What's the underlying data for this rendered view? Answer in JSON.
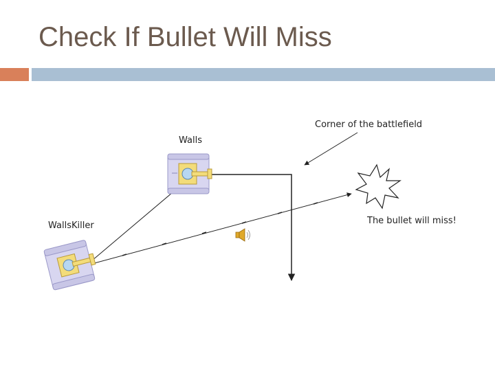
{
  "title": "Check If Bullet Will Miss",
  "labels": {
    "corner": "Corner of the battlefield",
    "walls": "Walls",
    "wallskiller": "WallsKiller",
    "miss": "The bullet will miss!"
  },
  "colors": {
    "title": "#6b5a4e",
    "accent_orange": "#d9805a",
    "accent_blue": "#a9bfd3",
    "tank_body": "#d8d6f0",
    "turret": "#f3dc7a"
  },
  "icons": [
    "tank-icon",
    "explosion-icon",
    "speaker-icon"
  ]
}
